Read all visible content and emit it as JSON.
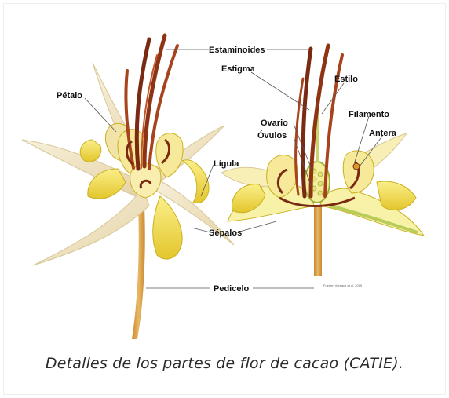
{
  "labels": {
    "estaminoides": "Estaminoides",
    "estigma": "Estigma",
    "estilo": "Estilo",
    "petalo": "Pétalo",
    "ovario": "Ovario",
    "ovulos": "Óvulos",
    "filamento": "Filamento",
    "antera": "Antera",
    "ligula": "Lígula",
    "sepalos": "Sépalos",
    "pedicelo": "Pedicelo",
    "source_note": "Fuente: Vereaux et al. 2005"
  },
  "caption": "Detalles de los partes de flor de cacao (CATIE).",
  "colors": {
    "sepal_light": "#f3ecd2",
    "sepal_edge": "#d9c79a",
    "yellow": "#f4e052",
    "yellow_dark": "#c9b020",
    "pale_yellow": "#faf5b4",
    "stamen_dark": "#7a2a12",
    "stamen_mid": "#a8441d",
    "pedicel": "#d9a24a",
    "green": "#b8cc5a"
  }
}
